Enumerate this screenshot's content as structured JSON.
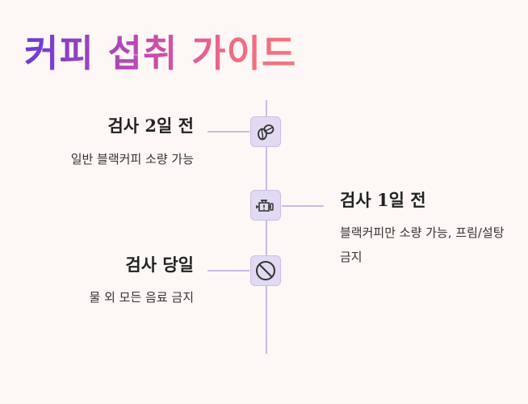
{
  "title": "커피 섭취 가이드",
  "steps": [
    {
      "heading": "검사 2일 전",
      "description": "일반 블랙커피 소량 가능",
      "icon": "coffee-beans-icon"
    },
    {
      "heading": "검사 1일 전",
      "description": "블랙커피만 소량 가능, 프림/설탕 금지",
      "icon": "engine-icon"
    },
    {
      "heading": "검사 당일",
      "description": "물 외 모든 음료 금지",
      "icon": "prohibited-icon"
    }
  ],
  "colors": {
    "title_gradient_start": "#6a3bd6",
    "title_gradient_end": "#f57480",
    "node_fill": "#e2daf2",
    "line": "#c6bde0",
    "background": "#fdf8f5"
  }
}
